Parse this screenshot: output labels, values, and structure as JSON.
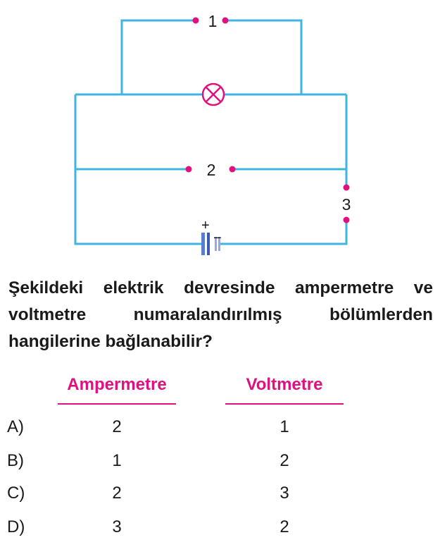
{
  "diagram": {
    "labels": {
      "switch1": "1",
      "switch2": "2",
      "switch3": "3",
      "plus": "+",
      "minus": "−"
    }
  },
  "question": {
    "text": "Şekildeki elektrik devresinde ampermetre ve voltmetre numaralandırılmış bölümlerden hangilerine bağlanabilir?"
  },
  "table": {
    "headers": {
      "col1": "Ampermetre",
      "col2": "Voltmetre"
    },
    "options": [
      {
        "letter": "A)",
        "amper": "2",
        "volt": "1"
      },
      {
        "letter": "B)",
        "amper": "1",
        "volt": "2"
      },
      {
        "letter": "C)",
        "amper": "2",
        "volt": "3"
      },
      {
        "letter": "D)",
        "amper": "3",
        "volt": "2"
      }
    ]
  },
  "colors": {
    "wire": "#3fb4e0",
    "accent": "#e0117f"
  }
}
